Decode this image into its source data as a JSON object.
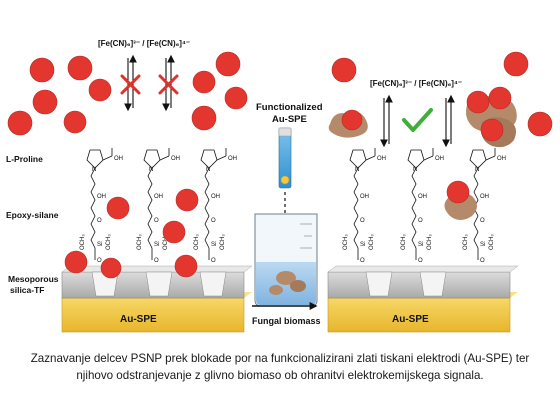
{
  "labels": {
    "redox_probe_left": "[Fe(CN)₆]³⁻ / [Fe(CN)₆]⁴⁻",
    "redox_probe_right": "[Fe(CN)₆]³⁻ / [Fe(CN)₆]⁴⁻",
    "l_proline": "L-Proline",
    "epoxy_silane": "Epoxy-silane",
    "mesoporous_line1": "Mesoporous",
    "mesoporous_line2": "silica-TF",
    "au_spe_left": "Au-SPE",
    "au_spe_right": "Au-SPE",
    "functionalized_line1": "Functionalized",
    "functionalized_line2": "Au-SPE",
    "fungal_biomass": "Fungal biomass"
  },
  "chem": {
    "oh": "OH",
    "o": "O",
    "n": "N",
    "och3": "OCH₃",
    "si": "Si"
  },
  "status": {
    "left_signal": "blocked",
    "right_signal": "restored"
  },
  "colors": {
    "nanoparticle": "#e2362f",
    "gold_layer": "#f2c744",
    "silica": "#c9c9c9",
    "fungal_biomass": "#b58a6a",
    "check": "#3fae3a",
    "cross": "#d9342b"
  },
  "caption": {
    "line1": "Zaznavanje delcev PSNP prek blokade por na funkcionalizirani zlati tiskani elektrodi (Au-SPE) ter",
    "line2": "njihovo odstranjevanje z glivno biomaso ob ohranitvi elektrokemijskega signala."
  }
}
